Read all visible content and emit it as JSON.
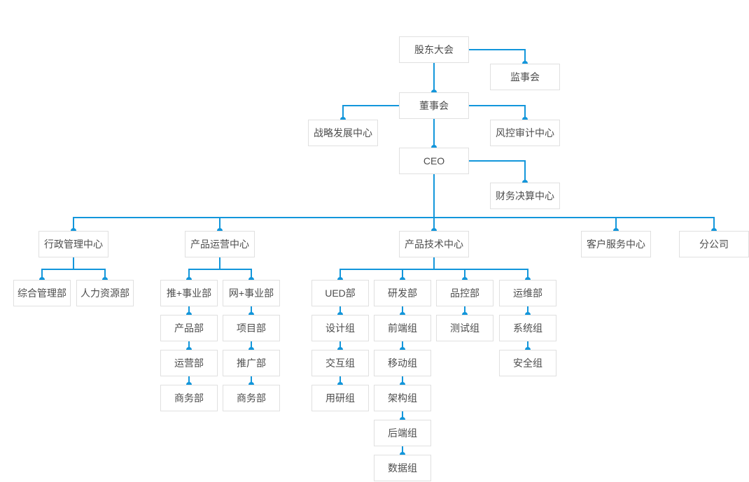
{
  "colors": {
    "accent": "#1296db",
    "box_border": "#e0e0e0",
    "text": "#4d4d4d",
    "background": "#ffffff"
  },
  "nodes": {
    "shareholders_meeting": "股东大会",
    "supervisory_board": "监事会",
    "board_of_directors": "董事会",
    "strategy_dev_center": "战略发展中心",
    "risk_audit_center": "风控审计中心",
    "ceo": "CEO",
    "finance_settlement_center": "财务决算中心",
    "admin_mgmt_center": "行政管理中心",
    "product_ops_center": "产品运营中心",
    "product_tech_center": "产品技术中心",
    "customer_service_center": "客户服务中心",
    "branch_company": "分公司",
    "general_mgmt_dept": "综合管理部",
    "hr_dept": "人力资源部",
    "tui_business_dept": "推+事业部",
    "product_dept": "产品部",
    "operations_dept": "运营部",
    "business_dept_tui": "商务部",
    "wang_business_dept": "网+事业部",
    "project_dept": "项目部",
    "promotion_dept": "推广部",
    "business_dept_wang": "商务部",
    "ued_dept": "UED部",
    "design_group": "设计组",
    "interaction_group": "交互组",
    "user_research_group": "用研组",
    "rd_dept": "研发部",
    "frontend_group": "前端组",
    "mobile_group": "移动组",
    "architecture_group": "架构组",
    "backend_group": "后端组",
    "data_group": "数据组",
    "qc_dept": "品控部",
    "testing_group": "测试组",
    "ops_maintenance_dept": "运维部",
    "system_group": "系统组",
    "security_group": "安全组"
  },
  "hierarchy": {
    "shareholders_meeting": [
      "supervisory_board",
      "board_of_directors"
    ],
    "board_of_directors": [
      "strategy_dev_center",
      "risk_audit_center",
      "ceo"
    ],
    "ceo": [
      "finance_settlement_center",
      "admin_mgmt_center",
      "product_ops_center",
      "product_tech_center",
      "customer_service_center",
      "branch_company"
    ],
    "admin_mgmt_center": [
      "general_mgmt_dept",
      "hr_dept"
    ],
    "product_ops_center": [
      "tui_business_dept",
      "wang_business_dept"
    ],
    "tui_business_dept": [
      "product_dept",
      "operations_dept",
      "business_dept_tui"
    ],
    "wang_business_dept": [
      "project_dept",
      "promotion_dept",
      "business_dept_wang"
    ],
    "product_tech_center": [
      "ued_dept",
      "rd_dept",
      "qc_dept",
      "ops_maintenance_dept"
    ],
    "ued_dept": [
      "design_group",
      "interaction_group",
      "user_research_group"
    ],
    "rd_dept": [
      "frontend_group",
      "mobile_group",
      "architecture_group",
      "backend_group",
      "data_group"
    ],
    "qc_dept": [
      "testing_group"
    ],
    "ops_maintenance_dept": [
      "system_group",
      "security_group"
    ],
    "customer_service_center": [],
    "branch_company": []
  }
}
